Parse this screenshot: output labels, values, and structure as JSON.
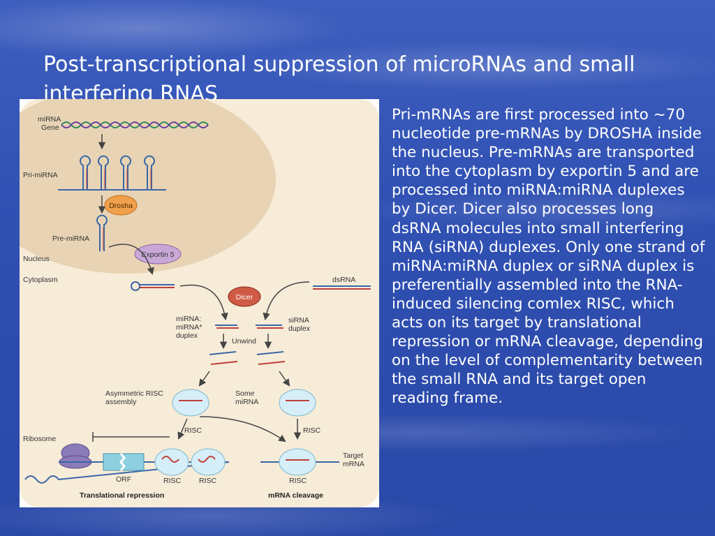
{
  "slide": {
    "title": "Post-transcriptional suppression of microRNAs and small interfering RNAS",
    "body": "Pri-mRNAs are first processed into ~70 nucleotide pre-mRNAs by DROSHA inside the nucleus. Pre-mRNAs are transported into the cytoplasm by exportin 5 and are processed into miRNA:miRNA duplexes by Dicer. Dicer also processes long dsRNA molecules into small interfering RNA (siRNA) duplexes. Only one strand of miRNA:miRNA duplex or siRNA duplex is preferentially assembled into the RNA-induced silencing comlex RISC, which acts on its target by translational repression or mRNA cleavage, depending on the level of complementarity between the small RNA and its target open reading frame."
  },
  "diagram": {
    "mirna_gene": "miRNA\nGene",
    "pri_mirna": "Pri-miRNA",
    "drosha": "Drosha",
    "pre_mirna": "Pre-miRNA",
    "exportin5": "Exportin 5",
    "nucleus": "Nucleus",
    "cytoplasm": "Cytoplasm",
    "dsrna": "dsRNA",
    "dicer": "Dicer",
    "mirna_duplex": "miRNA:\nmiRNA*\nduplex",
    "sirna_duplex": "siRNA\nduplex",
    "unwind": "Unwind",
    "asym_risc": "Asymmetric RISC\nassembly",
    "some_mirna": "Some\nmiRNA",
    "risc": "RISC",
    "ribosome": "Ribosome",
    "orf": "ORF",
    "target_mrna": "Target\nmRNA",
    "translational_repression": "Translational repression",
    "mrna_cleavage": "mRNA cleavage"
  },
  "colors": {
    "cell": "#f7ecd8",
    "nucleus": "#e8d4b4",
    "drosha": "#f0a04b",
    "dicer": "#cf5a45",
    "exportin": "#c9a8d8",
    "risc": "#d6eef7",
    "ribosome": "#8b7cb8",
    "orf": "#8fd0e0",
    "strand_blue": "#3a66a8",
    "strand_red": "#c0403a"
  }
}
